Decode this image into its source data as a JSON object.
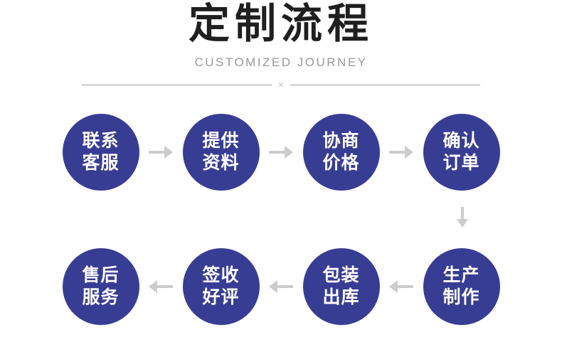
{
  "header": {
    "title": "定制流程",
    "subtitle": "CUSTOMIZED JOURNEY",
    "divider_mark": "×"
  },
  "colors": {
    "circle_fill": "#383d94",
    "circle_text": "#ffffff",
    "arrow": "#cccccc",
    "title_text": "#1f1f1f",
    "subtitle_text": "#999999",
    "divider_line": "#9c9c9c",
    "divider_mark": "#c2c2c2",
    "page_bg": "#ffffff"
  },
  "flow": {
    "row1": {
      "direction": "left-to-right",
      "steps": [
        {
          "line1": "联系",
          "line2": "客服"
        },
        {
          "line1": "提供",
          "line2": "资料"
        },
        {
          "line1": "协商",
          "line2": "价格"
        },
        {
          "line1": "确认",
          "line2": "订单"
        }
      ]
    },
    "row_connector": "down-arrow",
    "row2": {
      "direction": "right-to-left",
      "steps_display_order": [
        {
          "line1": "售后",
          "line2": "服务"
        },
        {
          "line1": "签收",
          "line2": "好评"
        },
        {
          "line1": "包装",
          "line2": "出库"
        },
        {
          "line1": "生产",
          "line2": "制作"
        }
      ]
    }
  }
}
